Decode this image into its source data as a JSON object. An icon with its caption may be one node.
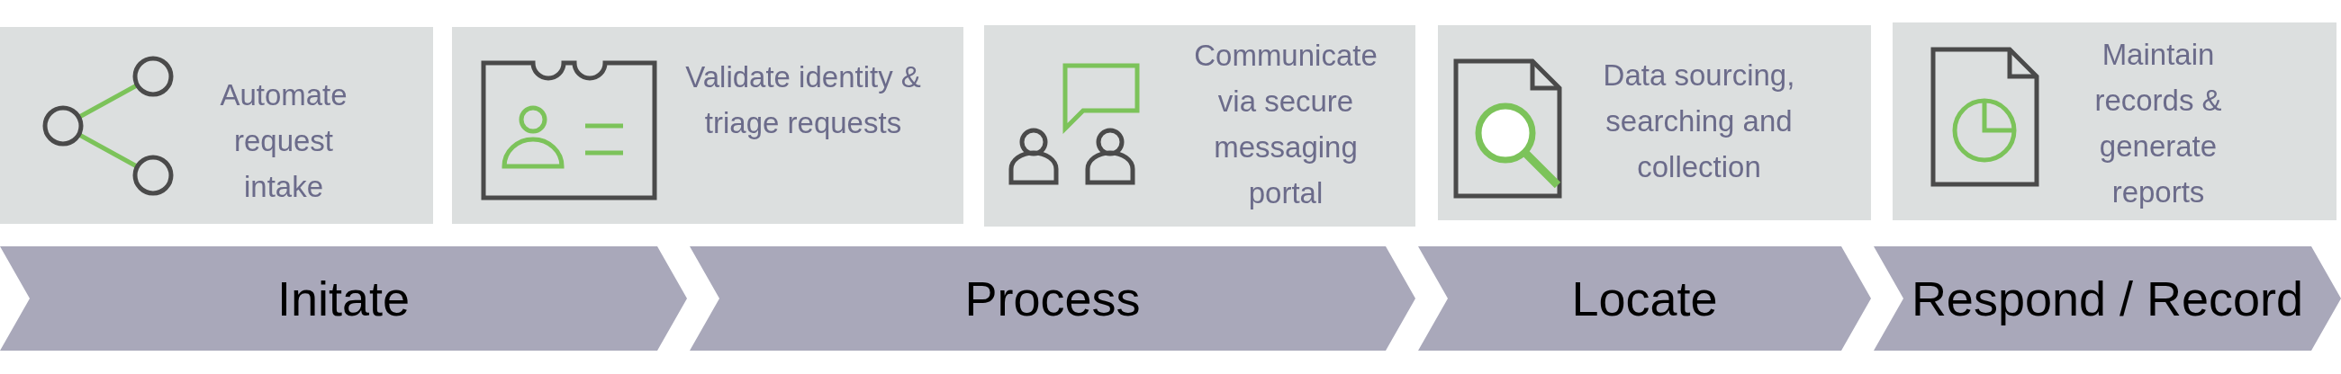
{
  "diagram": {
    "nodes": [
      {
        "text": [
          "Automate request intake"
        ]
      },
      {
        "text": [
          "Validate identity & triage requests"
        ]
      },
      {
        "text": [
          "Communicate via secure messaging portal"
        ]
      },
      {
        "text": [
          "Data sourcing, searching and collection"
        ]
      },
      {
        "text": [
          "Maintain records & generate reports"
        ]
      },
      {
        "text": [
          "Initate"
        ]
      },
      {
        "text": [
          "Process"
        ]
      },
      {
        "text": [
          "Locate"
        ]
      },
      {
        "text": [
          "Respond / Record"
        ]
      }
    ]
  }
}
